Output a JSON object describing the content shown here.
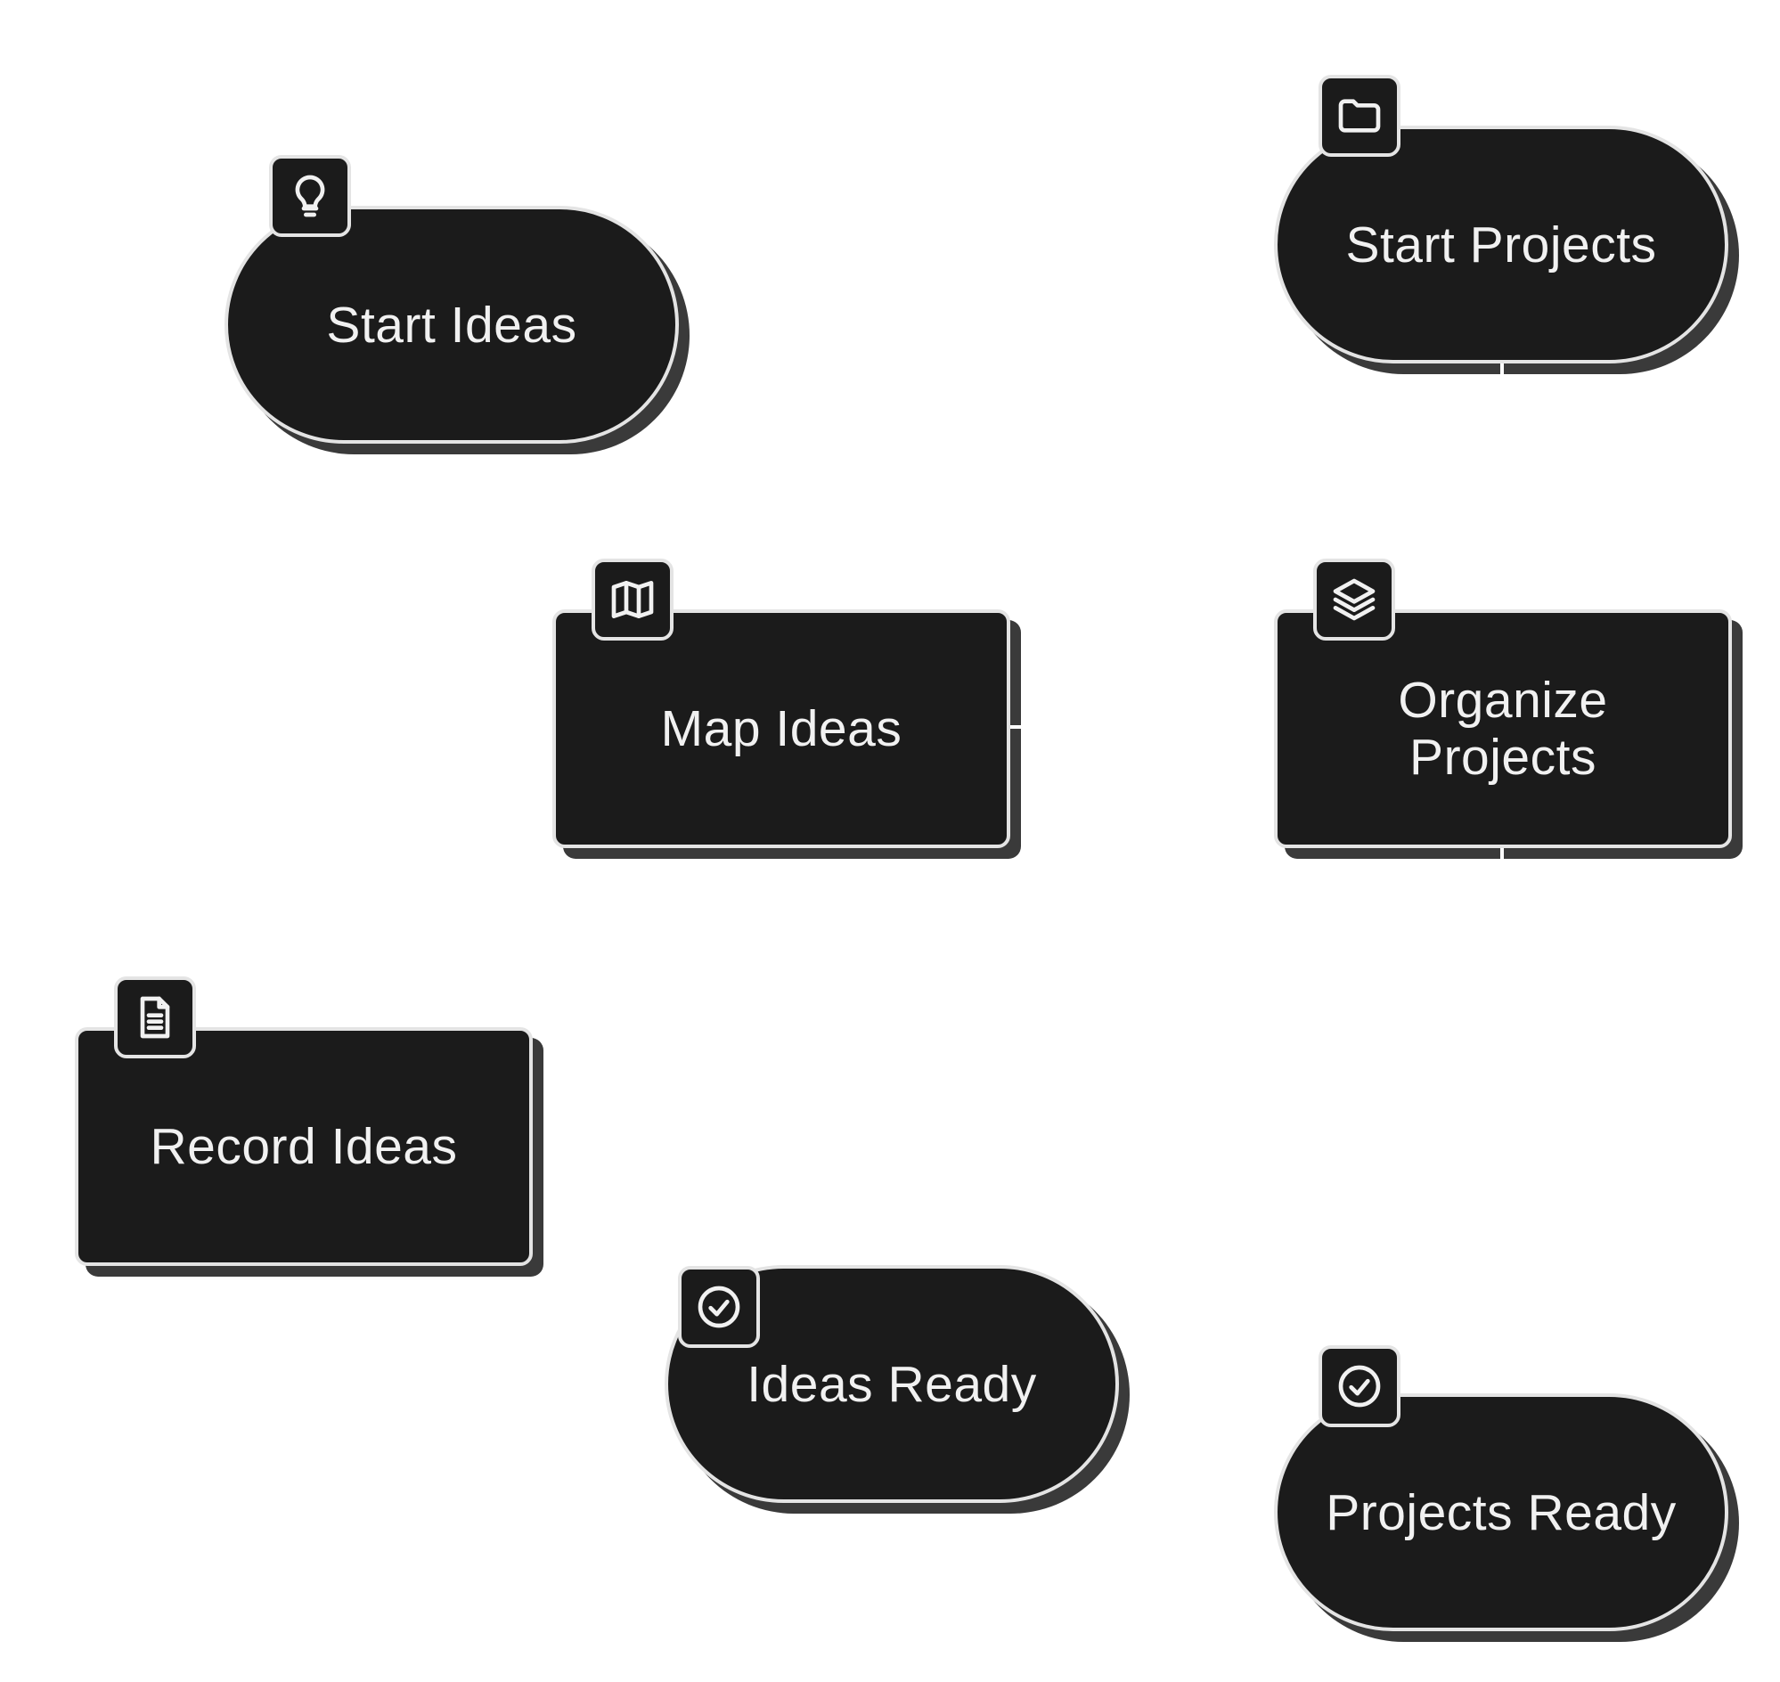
{
  "diagram": {
    "nodes": [
      {
        "id": "start-ideas",
        "label": "Start Ideas",
        "shape": "pill",
        "icon": "lightbulb-icon"
      },
      {
        "id": "start-projects",
        "label": "Start Projects",
        "shape": "pill",
        "icon": "folder-icon"
      },
      {
        "id": "map-ideas",
        "label": "Map Ideas",
        "shape": "rect",
        "icon": "map-icon"
      },
      {
        "id": "organize-projects",
        "label": "Organize Projects",
        "shape": "rect",
        "icon": "layers-icon"
      },
      {
        "id": "record-ideas",
        "label": "Record Ideas",
        "shape": "rect",
        "icon": "document-icon"
      },
      {
        "id": "ideas-ready",
        "label": "Ideas Ready",
        "shape": "pill",
        "icon": "check-circle-icon"
      },
      {
        "id": "projects-ready",
        "label": "Projects Ready",
        "shape": "pill",
        "icon": "check-circle-icon"
      }
    ],
    "colors": {
      "node_fill": "#1b1b1b",
      "node_border": "#e4e4e4",
      "node_shadow": "#3a3a3a",
      "text": "#f1f1f1",
      "background": "#ffffff"
    }
  }
}
